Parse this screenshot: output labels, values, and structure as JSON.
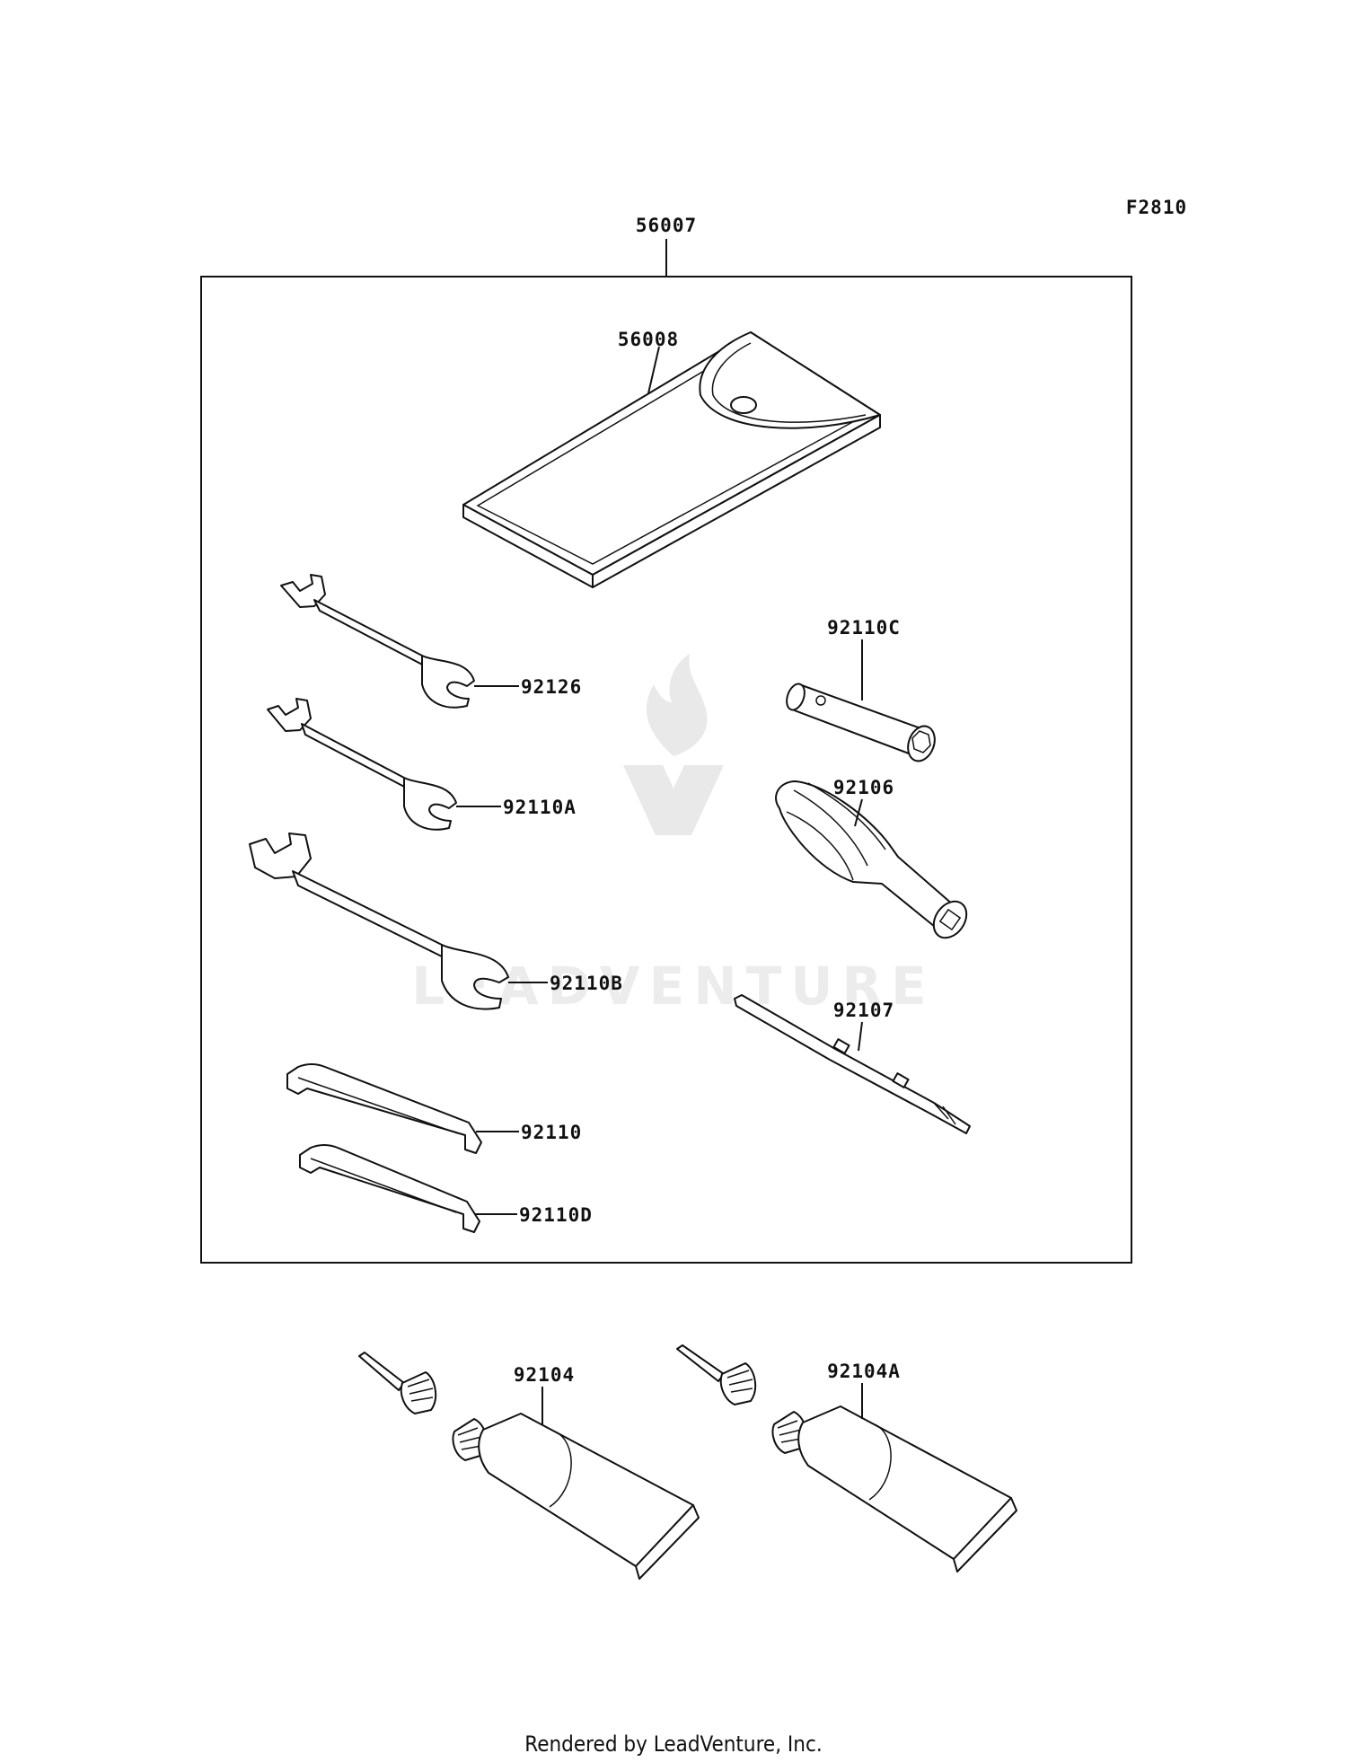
{
  "diagram_code": "F2810",
  "assembly_label": "56007",
  "parts": {
    "pouch": "56008",
    "wrench_92126": "92126",
    "wrench_92110A": "92110A",
    "wrench_92110B": "92110B",
    "hex_key_92110": "92110",
    "hex_key_92110D": "92110D",
    "plug_wrench": "92110C",
    "handle": "92106",
    "screwdriver": "92107",
    "tube_left": "92104",
    "tube_right": "92104A"
  },
  "watermark": "LEADVENTURE",
  "footer": "Rendered by LeadVenture, Inc."
}
